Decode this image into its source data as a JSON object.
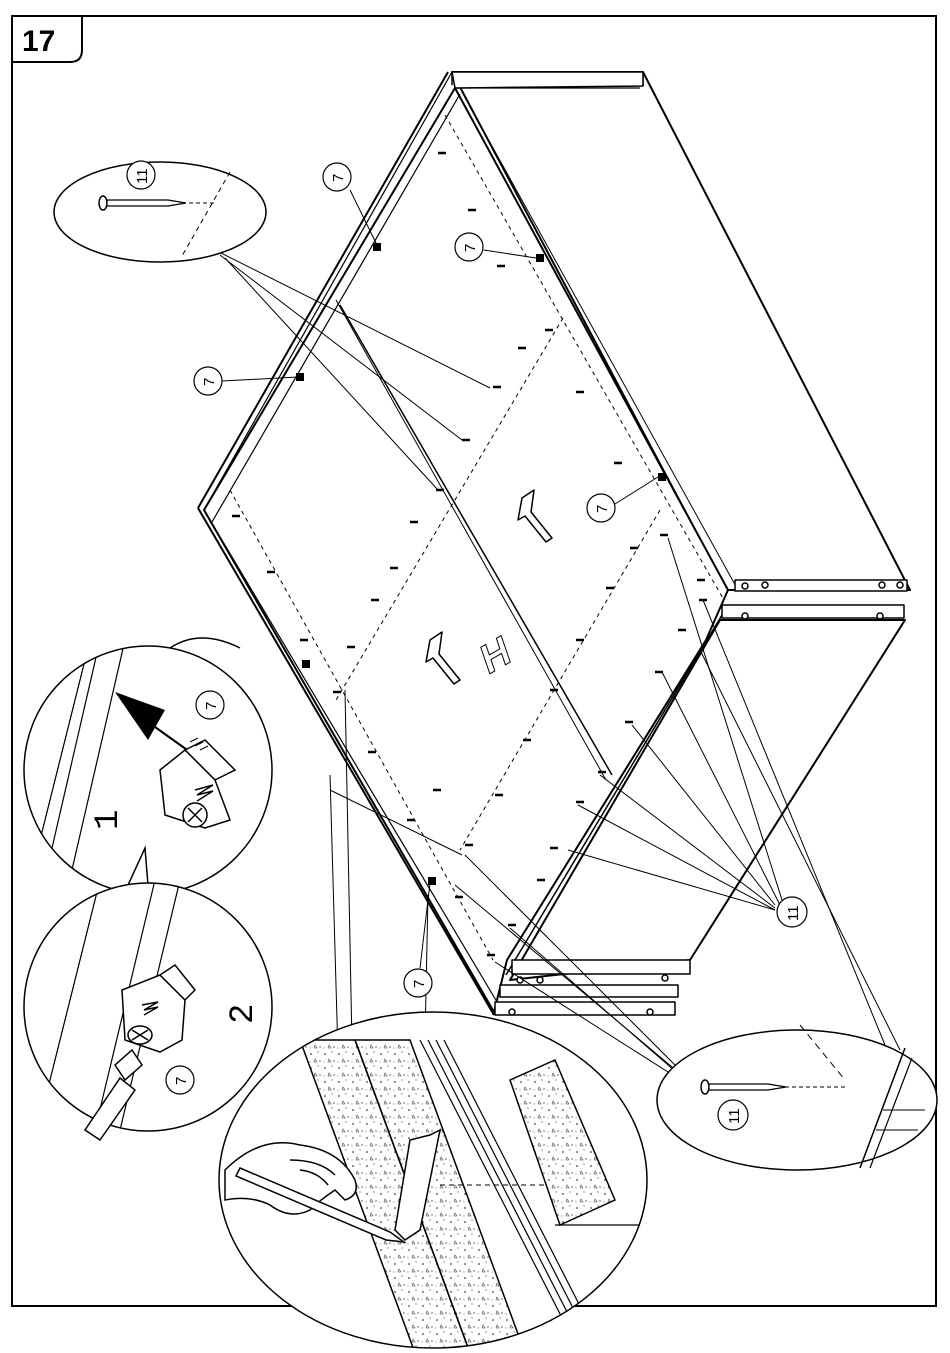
{
  "step": {
    "number": "17"
  },
  "panel": {
    "letter": "H"
  },
  "parts": {
    "bracket": "7",
    "nail": "11"
  },
  "detail": {
    "step_a": "1",
    "step_b": "2"
  },
  "colors": {
    "line": "#000000",
    "paper": "#ffffff",
    "hatch": "#666666"
  }
}
